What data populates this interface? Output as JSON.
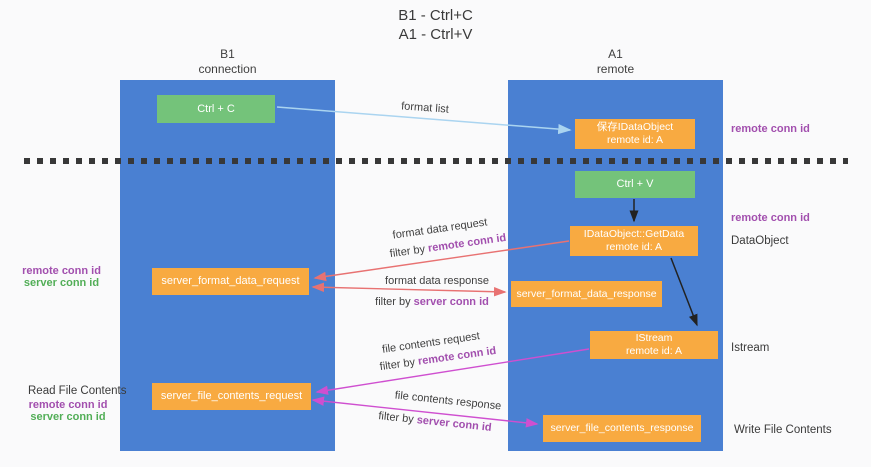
{
  "title": {
    "line1": "B1 - Ctrl+C",
    "line2": "A1 - Ctrl+V"
  },
  "columns": {
    "left": {
      "name": "B1",
      "role": "connection"
    },
    "right": {
      "name": "A1",
      "role": "remote"
    }
  },
  "nodes": {
    "ctrl_c": "Ctrl + C",
    "ctrl_v": "Ctrl + V",
    "save_idataobject": {
      "line1": "保存IDataObject",
      "line2": "remote id: A"
    },
    "getdata": {
      "line1": "IDataObject::GetData",
      "line2": "remote id: A"
    },
    "istream": {
      "line1": "IStream",
      "line2": "remote id: A"
    },
    "format_request": "server_format_data_request",
    "format_response": "server_format_data_response",
    "file_request": "server_file_contents_request",
    "file_response": "server_file_contents_response"
  },
  "edge_labels": {
    "format_list": "format list",
    "format_data_request": "format data request",
    "format_data_response": "format data response",
    "file_contents_request": "file contents request",
    "file_contents_response": "file contents response",
    "filter_prefix": "filter by ",
    "remote_conn_id": "remote conn id",
    "server_conn_id": "server conn id"
  },
  "annotations": {
    "remote_conn_id": "remote conn id",
    "server_conn_id": "server conn id",
    "dataobject": "DataObject",
    "istream": "Istream",
    "read_file_contents": "Read File Contents",
    "write_file_contents": "Write File Contents"
  },
  "colors": {
    "column_blue": "#4a80d2",
    "node_green": "#74c37a",
    "node_orange": "#f8aa41",
    "arrow_red": "#e87272",
    "arrow_magenta": "#cf4fd0",
    "arrow_lightblue": "#aad4f0",
    "arrow_black": "#222222",
    "text_purple": "#a24fae",
    "text_green": "#52ae57",
    "background": "#fafafb"
  }
}
